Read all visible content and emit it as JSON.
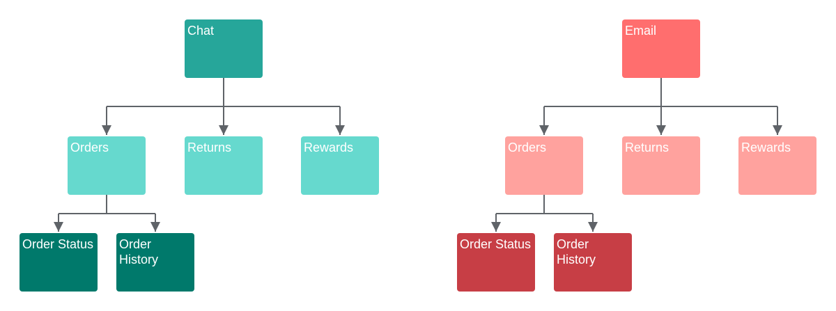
{
  "colors": {
    "line": "#5f6368",
    "teal_root": "#26a69a",
    "teal_mid": "#66d9ce",
    "teal_leaf": "#00796b",
    "red_root": "#ff6e6e",
    "red_mid": "#ffa29e",
    "red_leaf": "#c73e45"
  },
  "left_tree": {
    "root": "Chat",
    "children": [
      "Orders",
      "Returns",
      "Rewards"
    ],
    "grandchildren": [
      "Order Status",
      "Order History"
    ]
  },
  "right_tree": {
    "root": "Email",
    "children": [
      "Orders",
      "Returns",
      "Rewards"
    ],
    "grandchildren": [
      "Order Status",
      "Order History"
    ]
  }
}
